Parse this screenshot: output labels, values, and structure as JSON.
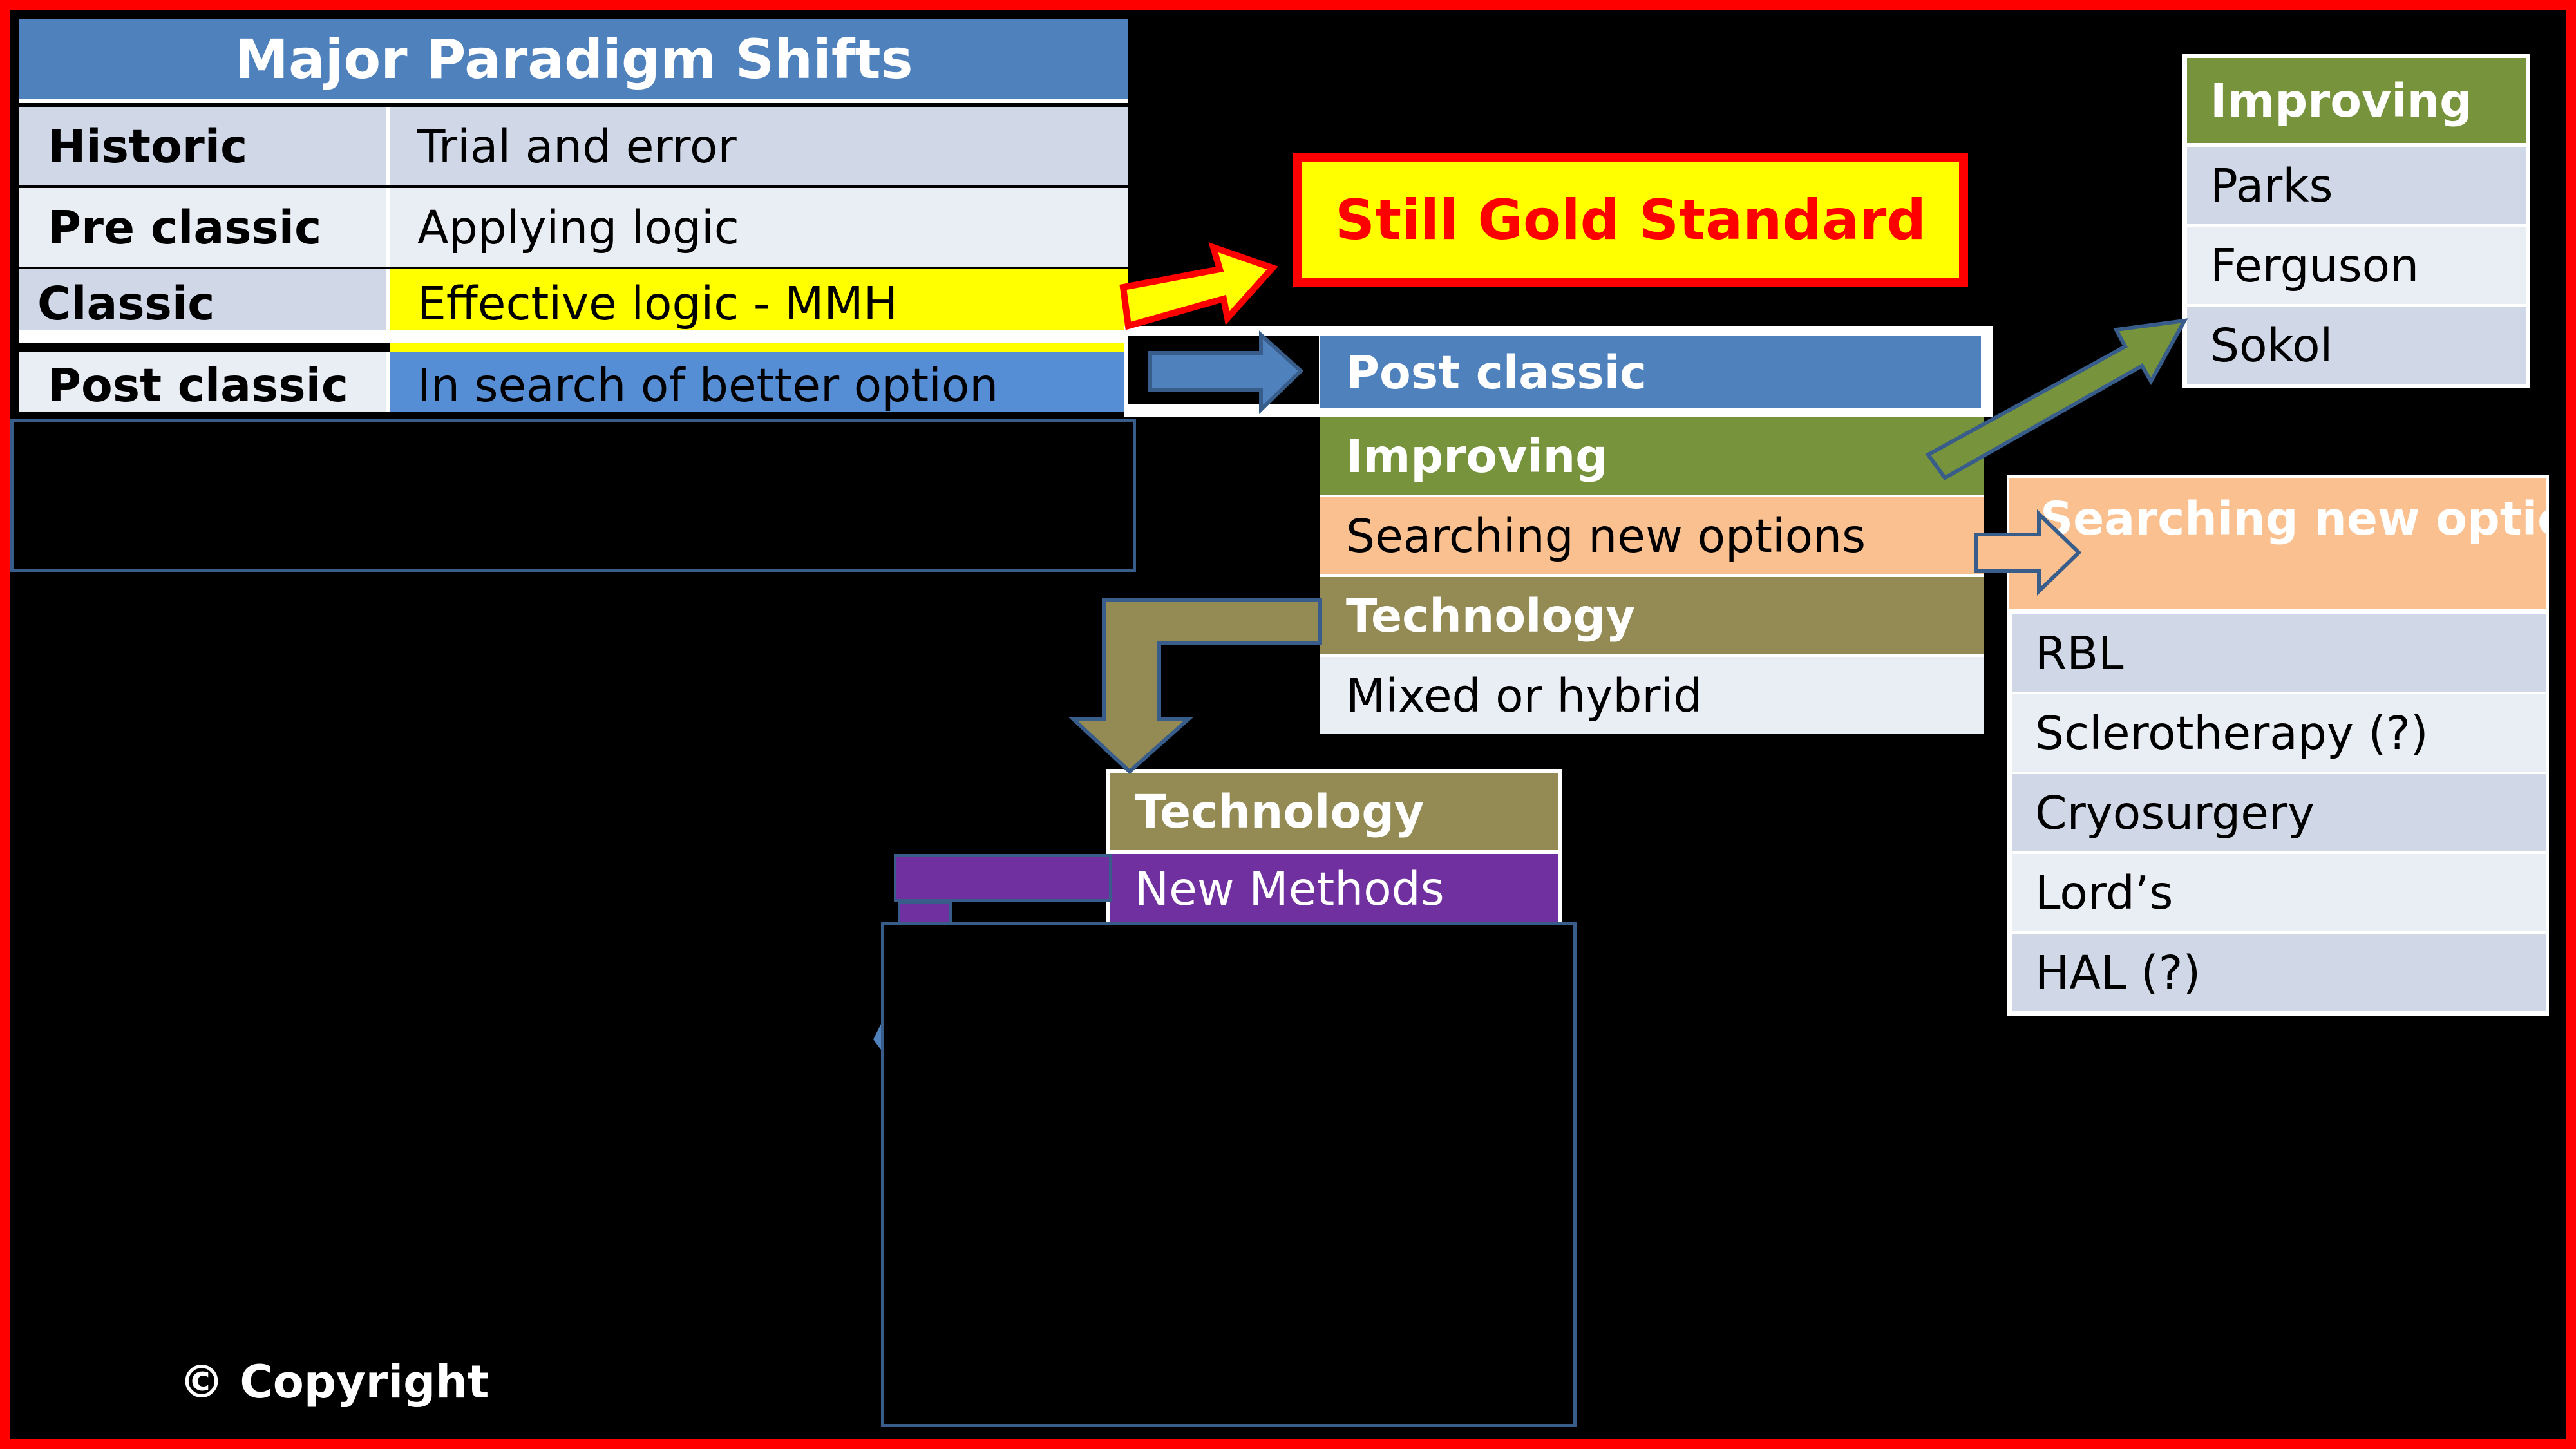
{
  "colors": {
    "frame": "#ff0000",
    "background": "#000000",
    "blue_header": "#4f81bd",
    "blue_cell": "#558ed5",
    "row_light": "#d0d8e8",
    "row_lighter": "#e9edf4",
    "yellow": "#ffff00",
    "green": "#77933c",
    "peach": "#fac090",
    "olive": "#948a54",
    "purple": "#7030a0",
    "gold_text": "#ff0000"
  },
  "paradigm_table": {
    "title": "Major  Paradigm Shifts",
    "rows": [
      {
        "era": "Historic",
        "approach": "Trial and error"
      },
      {
        "era": "Pre classic",
        "approach": "Applying logic"
      },
      {
        "era": "Classic",
        "approach": "Effective logic - MMH"
      },
      {
        "era": "Post classic",
        "approach": "In search of better option"
      }
    ]
  },
  "gold_standard": {
    "label": "Still Gold Standard"
  },
  "post_classic_table": {
    "title": "Post classic",
    "rows": [
      "Improving",
      "Searching new options",
      "Technology",
      "Mixed or hybrid"
    ]
  },
  "improving_table": {
    "title": "Improving",
    "rows": [
      "Parks",
      "Ferguson",
      "Sokol"
    ]
  },
  "searching_table": {
    "title": "Searching new options",
    "rows": [
      "RBL",
      "Sclerotherapy (?)",
      "Cryosurgery",
      "Lord’s",
      "HAL (?)"
    ]
  },
  "technology_table": {
    "title": "Technology",
    "rows": [
      "New Methods"
    ]
  },
  "footer": {
    "copyright": "©  Copyright"
  },
  "icons": [
    "arrow-right-icon",
    "arrow-down-icon",
    "arrow-up-right-icon"
  ]
}
